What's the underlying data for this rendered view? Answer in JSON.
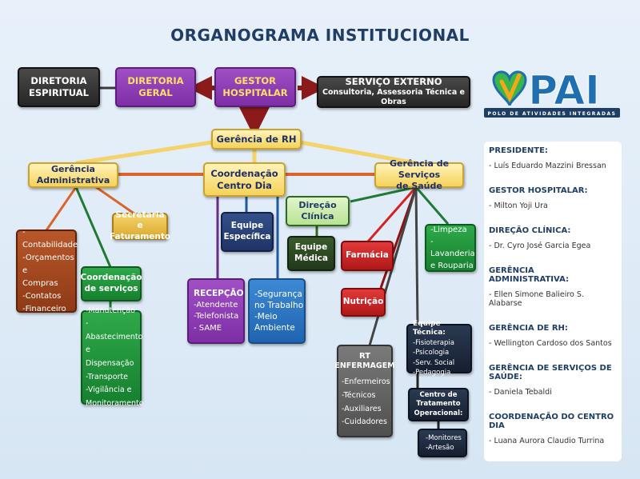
{
  "title": "ORGANOGRAMA INSTITUCIONAL",
  "logo": {
    "text": "PAI",
    "subtitle": "POLO DE ATIVIDADES INTEGRADAS"
  },
  "nodes": {
    "diretoria_espiritual": [
      "DIRETORIA",
      "ESPIRITUAL"
    ],
    "diretoria_geral": [
      "DIRETORIA",
      "GERAL"
    ],
    "gestor_hospitalar": [
      "GESTOR",
      "HOSPITALAR"
    ],
    "servico_externo": [
      "SERVIÇO EXTERNO",
      "Consultoria, Assessoria Técnica e Obras"
    ],
    "gerencia_rh": [
      "Gerência de RH"
    ],
    "gerencia_administrativa": [
      "Gerência",
      "Administrativa"
    ],
    "coordenacao_centro_dia": [
      "Coordenação",
      "Centro Dia"
    ],
    "gerencia_servicos_saude": [
      "Gerência de Serviços",
      "de Saúde"
    ],
    "secretaria_faturamento": [
      "Secretaria e",
      "Faturamento"
    ],
    "contabilidade_list": [
      "-Contabilidade",
      "-Orçamentos e",
      "Compras",
      "-Contatos",
      "-Financeiro"
    ],
    "coordenacao_servicos": [
      "Coordenação",
      "de serviços"
    ],
    "servicos_list": [
      "-Manutenção",
      "-Abastecimento",
      "e Dispensação",
      "-Transporte",
      "-Vigilância e",
      "Monitoramento"
    ],
    "equipe_especifica": [
      "Equipe",
      "Específica"
    ],
    "recepcao": [
      "RECEPÇÃO",
      "-Atendente",
      "-Telefonista",
      "- SAME"
    ],
    "seguranca": [
      "-Segurança",
      "no Trabalho",
      "-Meio",
      "Ambiente"
    ],
    "direcao_clinica": [
      "Direção",
      "Clínica"
    ],
    "equipe_medica": [
      "Equipe",
      "Médica"
    ],
    "farmacia": [
      "Farmácia"
    ],
    "nutricao": [
      "Nutrição"
    ],
    "limpeza": [
      "-Limpeza",
      "-Lavanderia",
      "e Rouparia"
    ],
    "rt_enfermagem": [
      "RT",
      "ENFERMAGEM"
    ],
    "enfermagem_list": [
      "-Enfermeiros",
      "-Técnicos",
      "-Auxiliares",
      "-Cuidadores"
    ],
    "equipe_tecnica": [
      "Equipe Técnica:",
      "-Fisioterapia",
      "-Psicologia",
      "-Serv. Social",
      "-Pedagogia"
    ],
    "centro_tratamento": [
      "Centro de",
      "Tratamento",
      "Operacional:"
    ],
    "monitores": [
      "-Monitores",
      "-Artesão"
    ]
  },
  "info": [
    {
      "label": "PRESIDENTE:",
      "value": "- Luís Eduardo Mazzini Bressan"
    },
    {
      "label": "GESTOR HOSPITALAR:",
      "value": "- Milton Yoji Ura"
    },
    {
      "label": "DIREÇÃO CLÍNICA:",
      "value": "- Dr. Cyro José Garcia Egea"
    },
    {
      "label": "GERÊNCIA ADMINISTRATIVA:",
      "value": "- Ellen Simone Balieiro S. Alabarse"
    },
    {
      "label": "GERÊNCIA DE RH:",
      "value": "- Wellington Cardoso dos Santos"
    },
    {
      "label": "GERÊNCIA DE SERVIÇOS DE SAÚDE:",
      "value": "- Daniela Tebaldi"
    },
    {
      "label": "COORDENAÇÃO DO CENTRO DIA",
      "value": "- Luana Aurora Claudio Turrina"
    }
  ],
  "colors": {
    "title": "#1f3e66",
    "arrow": "#8b1a1a",
    "line_yellow": "#f3d36a",
    "line_orange": "#d9652a",
    "line_green": "#1e7a35",
    "line_purple": "#6a2a8a",
    "line_blue": "#1f5aa0",
    "line_red": "#d92020",
    "line_gray": "#444444"
  }
}
